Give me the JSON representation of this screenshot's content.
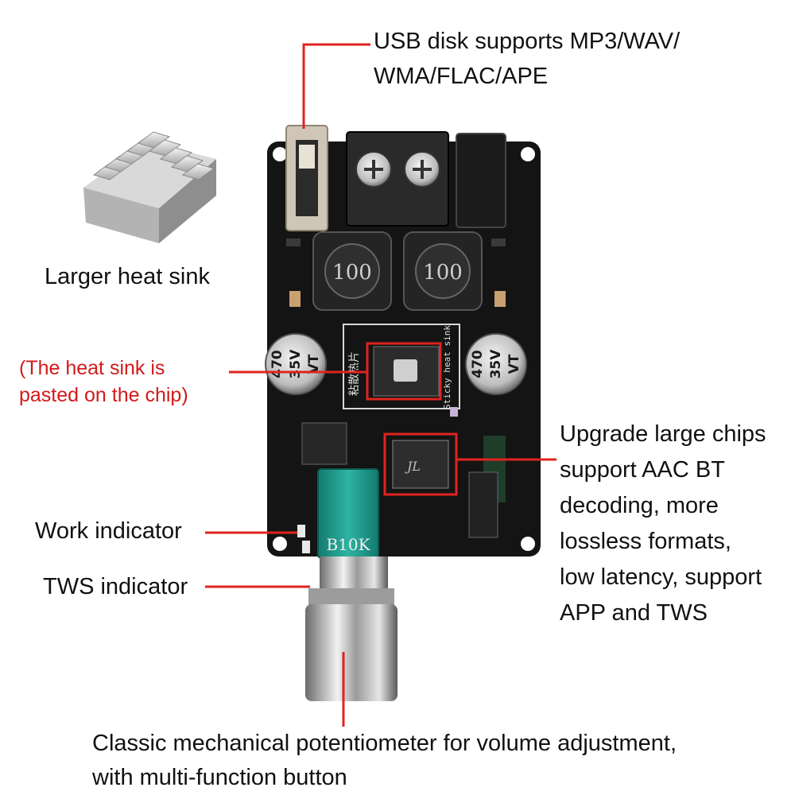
{
  "annotations": {
    "usb": [
      "USB disk supports MP3/WAV/",
      "WMA/FLAC/APE"
    ],
    "heat_sink": "Larger heat sink",
    "heat_sink_note": [
      "(The heat sink is",
      "pasted on the chip)"
    ],
    "chip": [
      "Upgrade large chips",
      "support AAC BT",
      "decoding, more",
      "lossless formats,",
      "low latency, support",
      "APP and TWS"
    ],
    "work_indicator": "Work indicator",
    "tws_indicator": "TWS indicator",
    "potentiometer": [
      "Classic mechanical potentiometer for volume adjustment,",
      "with multi-function button"
    ]
  },
  "board_markings": {
    "inductor_left": "100",
    "inductor_right": "100",
    "cap_left": [
      "470",
      "35V",
      "VT"
    ],
    "cap_right": [
      "470",
      "35V",
      "VT"
    ],
    "chip_area_cn": "粘散热片",
    "chip_area_en": "Sticky heat sink",
    "pot_value": "B10K"
  },
  "colors": {
    "accent": "#e0231f",
    "board": "#141414",
    "pot_body": "#1e9a8c"
  }
}
